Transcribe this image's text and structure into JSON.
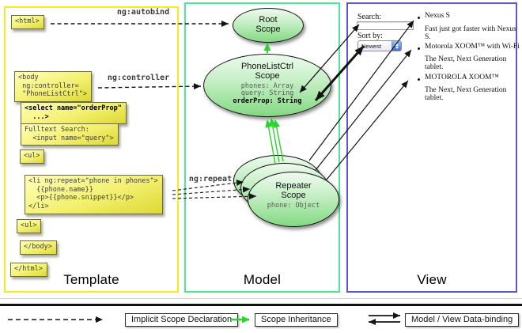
{
  "panels": {
    "template": {
      "label": "Template"
    },
    "model": {
      "label": "Model"
    },
    "view": {
      "label": "View"
    }
  },
  "template_boxes": {
    "html_open": {
      "lines": [
        "<html>"
      ]
    },
    "body_open": {
      "lines": [
        "<body",
        " ng:controller=",
        " \"PhoneListCtrl\">"
      ]
    },
    "select": {
      "lines": [
        "<select name=\"orderProp\"",
        "  ...>"
      ]
    },
    "fulltext": {
      "lines": [
        "Fulltext Search:",
        "  <input name=\"query\">"
      ]
    },
    "ul_1": {
      "lines": [
        "<ul>"
      ]
    },
    "li_repeat": {
      "lines": [
        "<li ng:repeat=\"phone in phones\">",
        "  {{phone.name}}",
        "  <p>{{phone.snippet}}</p>",
        "</li>"
      ]
    },
    "ul_2": {
      "lines": [
        "<ul>"
      ]
    },
    "body_close": {
      "lines": [
        "</body>"
      ]
    },
    "html_close": {
      "lines": [
        "</html>"
      ]
    }
  },
  "relations": {
    "autobind": "ng:autobind",
    "controller": "ng:controller",
    "repeat": "ng:repeat"
  },
  "scopes": {
    "root": {
      "title1": "Root",
      "title2": "Scope"
    },
    "phonelist": {
      "title1": "PhoneListCtrl",
      "title2": "Scope",
      "props": [
        "phones: Array",
        "query: String",
        "orderProp: String"
      ]
    },
    "repeater": {
      "title1": "Repeater",
      "title2": "Scope",
      "prop": "phone: Object"
    }
  },
  "view": {
    "search_label": "Search:",
    "search_value": "",
    "sort_label": "Sort by:",
    "sort_value": "Newest",
    "items": [
      {
        "title": "Nexus S",
        "desc": "Fast just got faster with Nexus S."
      },
      {
        "title": "Motorola XOOM™ with Wi-Fi",
        "desc": "The Next, Next Generation tablet."
      },
      {
        "title": "MOTOROLA XOOM™",
        "desc": "The Next, Next Generation tablet."
      }
    ]
  },
  "legend": {
    "implicit": "Implicit Scope Declaration",
    "inheritance": "Scope Inheritance",
    "databinding": "Model / View Data-binding"
  },
  "colors": {
    "template_border": "#f2ee1e",
    "model_border": "#4ce896",
    "view_border": "#5b57d7",
    "green_arrow": "#2bd32b",
    "arrow_black": "#141414"
  }
}
